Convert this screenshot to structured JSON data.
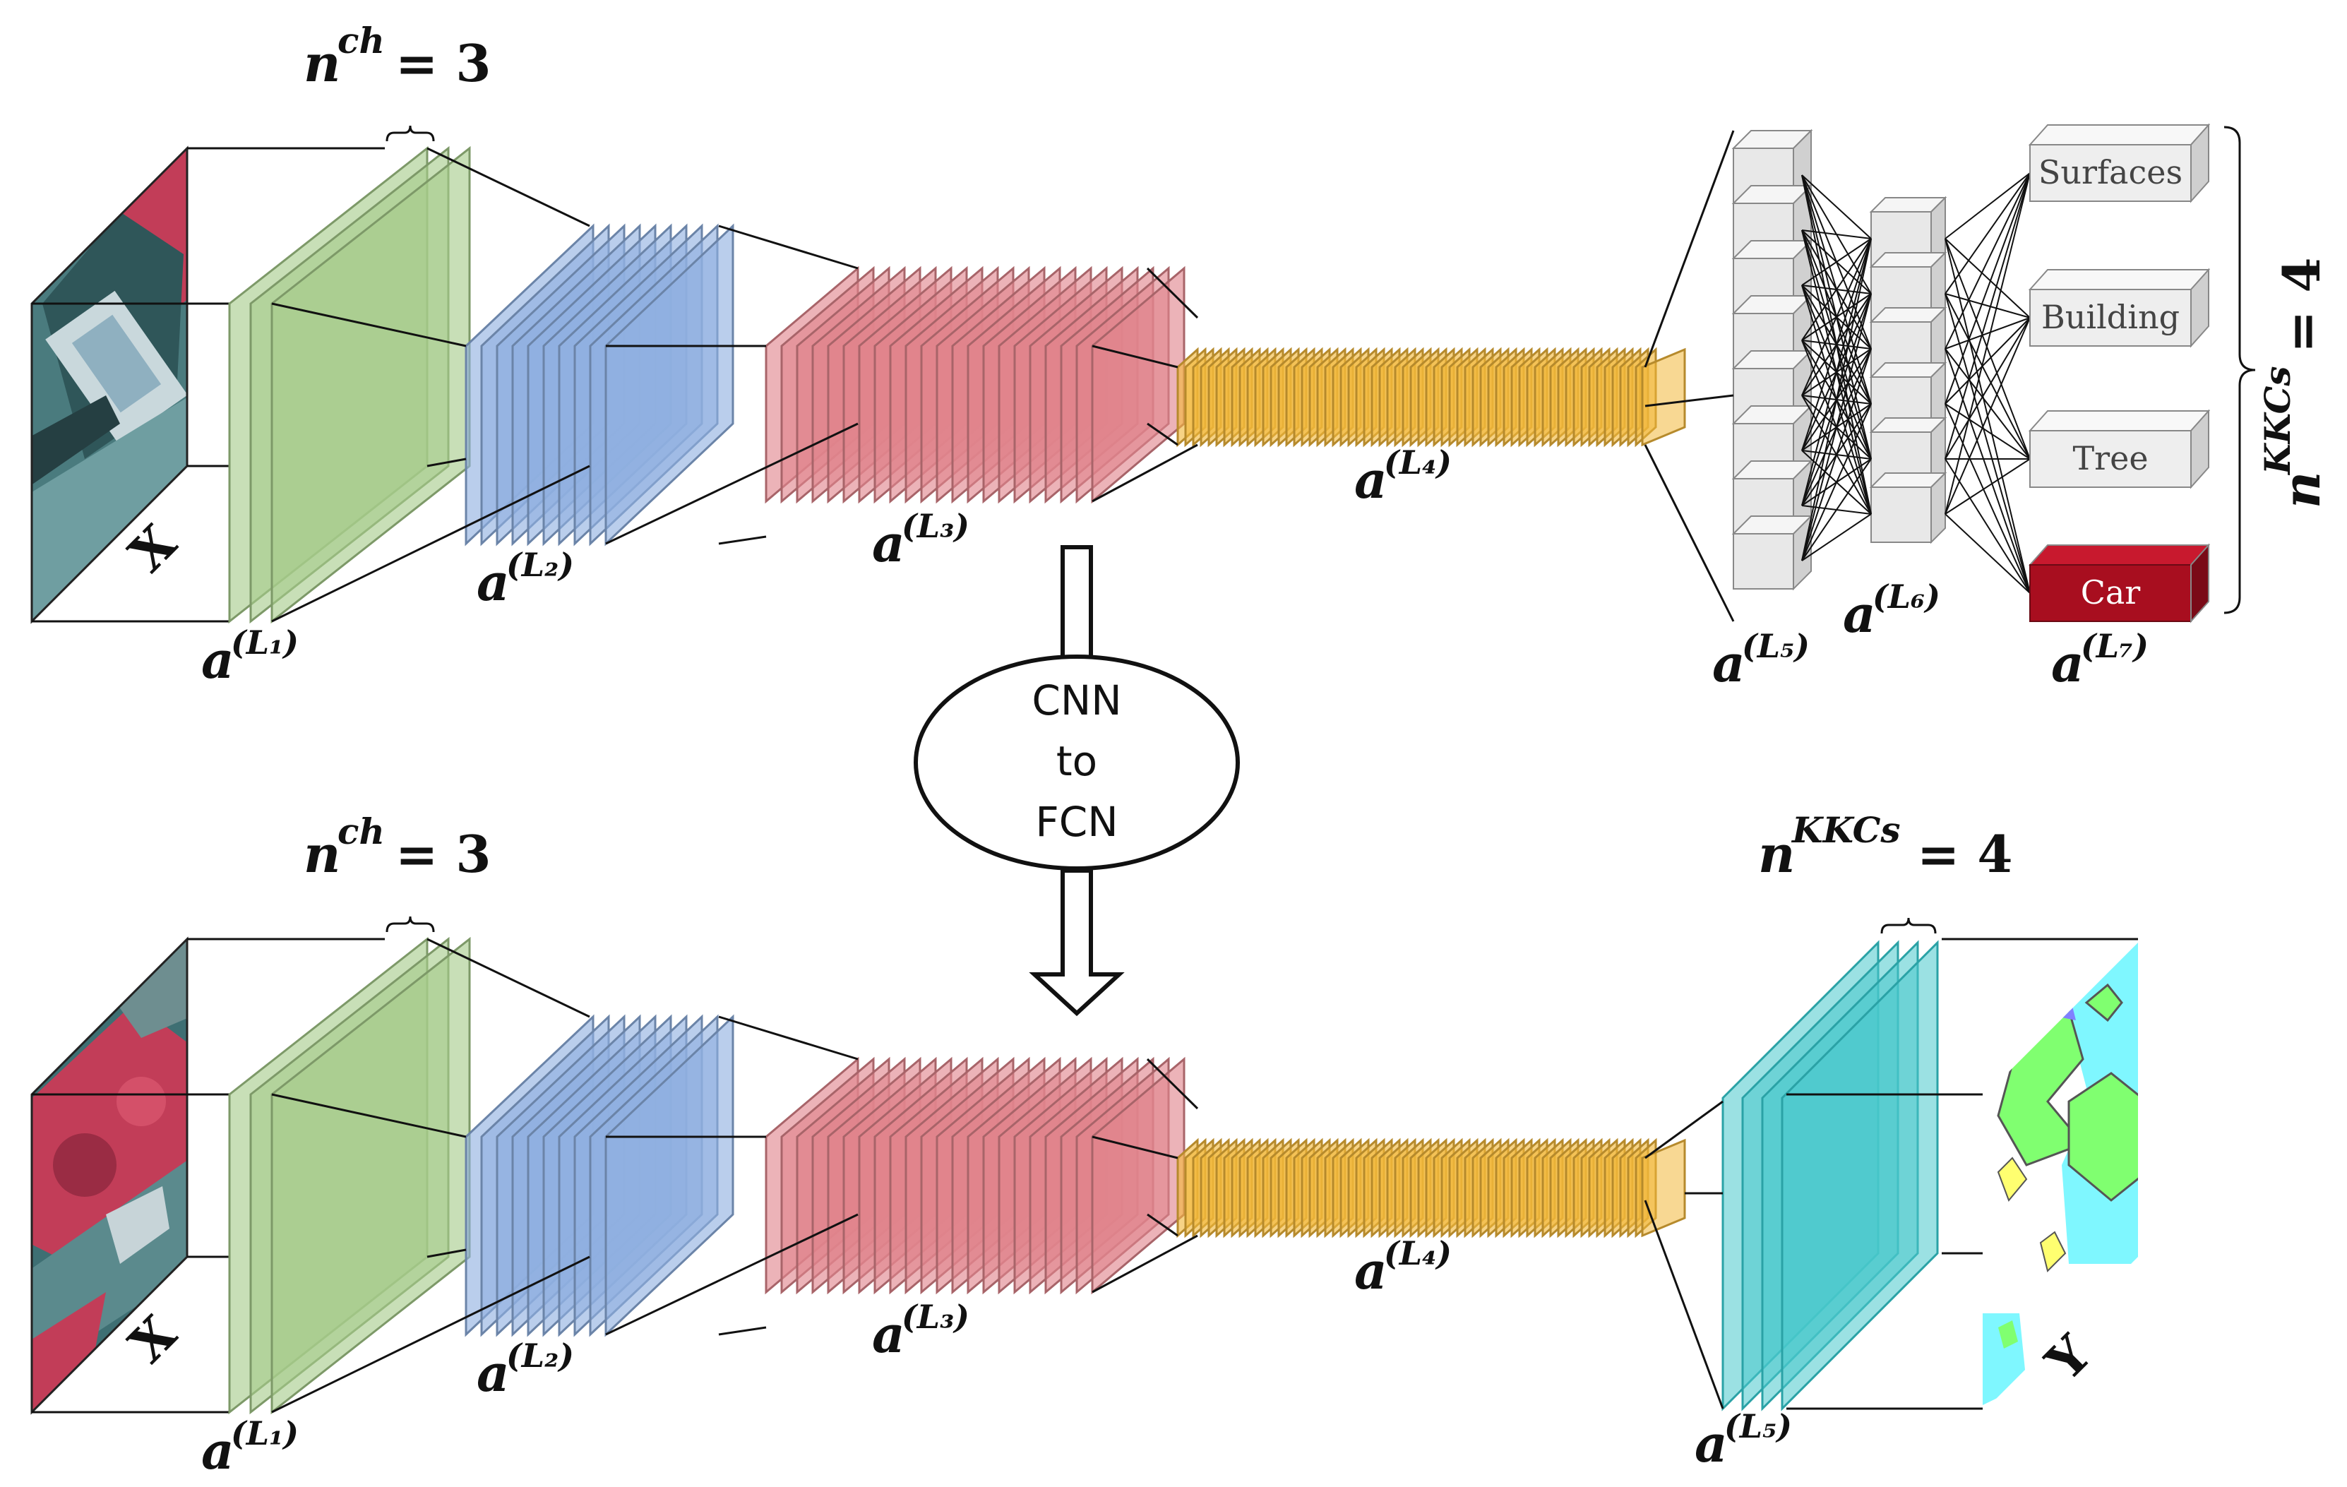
{
  "colors": {
    "layer1": "#a6cc8a",
    "layer2": "#8fb0e0",
    "layer3": "#e0858c",
    "layer4": "#f2b83a",
    "layer5_fcn": "#48c9cc",
    "dense_box": "#e8e8e8",
    "car_box": "#a80e1f",
    "input_image_red": "#c23d58",
    "input_image_teal": "#3e6f73",
    "output_green": "#80ff70",
    "output_cyan": "#7ff7ff",
    "output_yellow": "#ffff70",
    "output_purple": "#8080ff"
  },
  "top": {
    "nch": {
      "base": "n",
      "sup": "ch",
      "rest": "= 3"
    },
    "input_label": "X",
    "labels": {
      "l1": {
        "base": "a",
        "sup": "(L₁)"
      },
      "l2": {
        "base": "a",
        "sup": "(L₂)"
      },
      "l3": {
        "base": "a",
        "sup": "(L₃)"
      },
      "l4": {
        "base": "a",
        "sup": "(L₄)"
      },
      "l5": {
        "base": "a",
        "sup": "(L₅)"
      },
      "l6": {
        "base": "a",
        "sup": "(L₆)"
      },
      "l7": {
        "base": "a",
        "sup": "(L₇)"
      }
    },
    "classes": [
      "Surfaces",
      "Building",
      "Tree",
      "Car"
    ],
    "nkkcs": {
      "base": "n",
      "sup": "KKCs",
      "rest": "= 4"
    }
  },
  "transform": {
    "line1": "CNN",
    "line2": "to",
    "line3": "FCN"
  },
  "bottom": {
    "nch": {
      "base": "n",
      "sup": "ch",
      "rest": "= 3"
    },
    "nkkcs": {
      "base": "n",
      "sup": "KKCs",
      "rest": "= 4"
    },
    "input_label": "X",
    "output_label": "Y",
    "labels": {
      "l1": {
        "base": "a",
        "sup": "(L₁)"
      },
      "l2": {
        "base": "a",
        "sup": "(L₂)"
      },
      "l3": {
        "base": "a",
        "sup": "(L₃)"
      },
      "l4": {
        "base": "a",
        "sup": "(L₄)"
      },
      "l5": {
        "base": "a",
        "sup": "(L₅)"
      }
    }
  }
}
